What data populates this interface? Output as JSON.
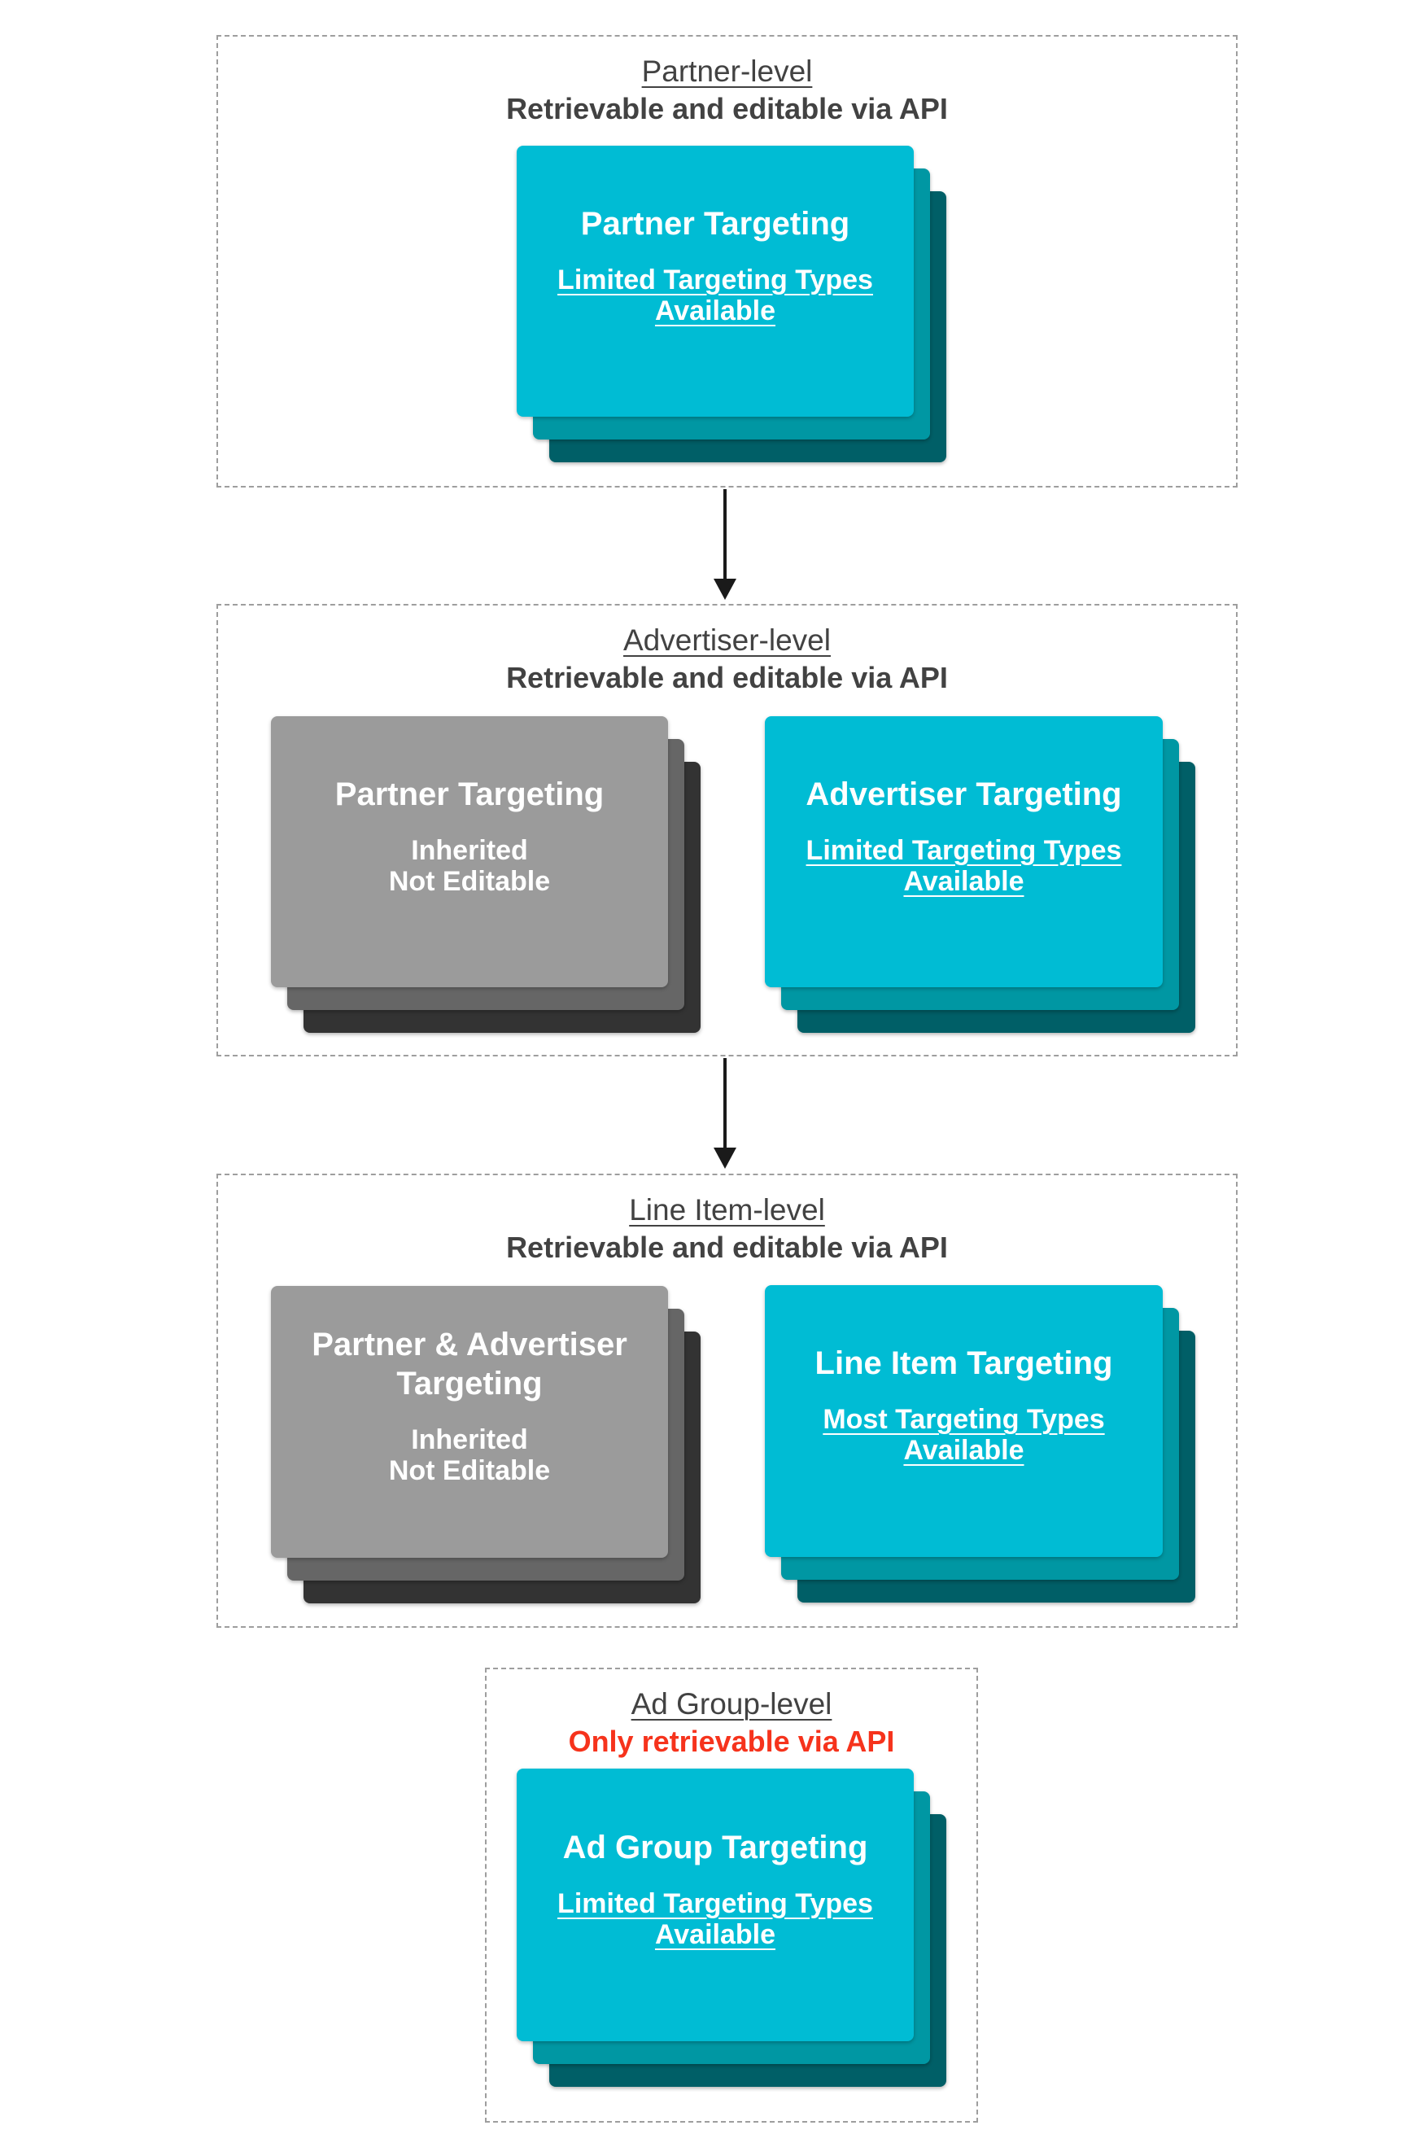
{
  "colors": {
    "teal_card": "#00bcd4",
    "teal_layer_mid": "#0097a3",
    "teal_layer_dark": "#005f67",
    "gray_card": "#9b9b9b",
    "gray_layer_mid": "#666666",
    "gray_layer_dark": "#333333",
    "heading_text": "#424242",
    "red_text": "#f6331c",
    "card_text": "#ffffff",
    "dashed_border": "#9e9e9e",
    "arrow": "#1a1a1a"
  },
  "sections": [
    {
      "title": "Partner-level",
      "subtitle": "Retrievable and editable via API",
      "cards": [
        {
          "variant": "teal",
          "title": "Partner Targeting",
          "line1": "Limited Targeting Types",
          "line2": "Available"
        }
      ]
    },
    {
      "title": "Advertiser-level",
      "subtitle": "Retrievable and editable via API",
      "cards": [
        {
          "variant": "gray",
          "title": "Partner Targeting",
          "line1": "Inherited",
          "line2": "Not Editable"
        },
        {
          "variant": "teal",
          "title": "Advertiser Targeting",
          "line1": "Limited Targeting Types",
          "line2": "Available"
        }
      ]
    },
    {
      "title": "Line Item-level",
      "subtitle": "Retrievable and editable via API",
      "cards": [
        {
          "variant": "gray",
          "title": "Partner & Advertiser Targeting",
          "line1": "Inherited",
          "line2": "Not Editable"
        },
        {
          "variant": "teal",
          "title": "Line Item Targeting",
          "line1": "Most Targeting Types",
          "line2": "Available"
        }
      ]
    },
    {
      "title": "Ad Group-level",
      "subtitle": "Only retrievable via API",
      "cards": [
        {
          "variant": "teal",
          "title": "Ad Group Targeting",
          "line1": "Limited Targeting Types",
          "line2": "Available"
        }
      ]
    }
  ]
}
